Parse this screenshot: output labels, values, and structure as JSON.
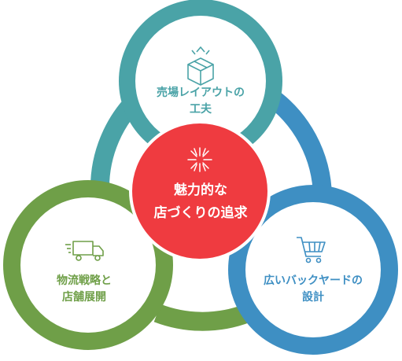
{
  "colors": {
    "teal": "#4aa3a7",
    "green": "#6f9f48",
    "blue": "#3e8fc3",
    "center_red": "#ef3b40",
    "center_text": "#ffffff"
  },
  "diagram": {
    "center": {
      "line1": "魅力的な",
      "line2": "店づくりの追求",
      "icon": "sparkle-burst-icon"
    },
    "top": {
      "line1": "売場レイアウトの",
      "line2": "工夫",
      "icon": "gift-box-icon"
    },
    "left": {
      "line1": "物流戦略と",
      "line2": "店舗展開",
      "icon": "delivery-truck-icon"
    },
    "right": {
      "line1": "広いバックヤードの",
      "line2": "設計",
      "icon": "shopping-cart-icon"
    }
  }
}
